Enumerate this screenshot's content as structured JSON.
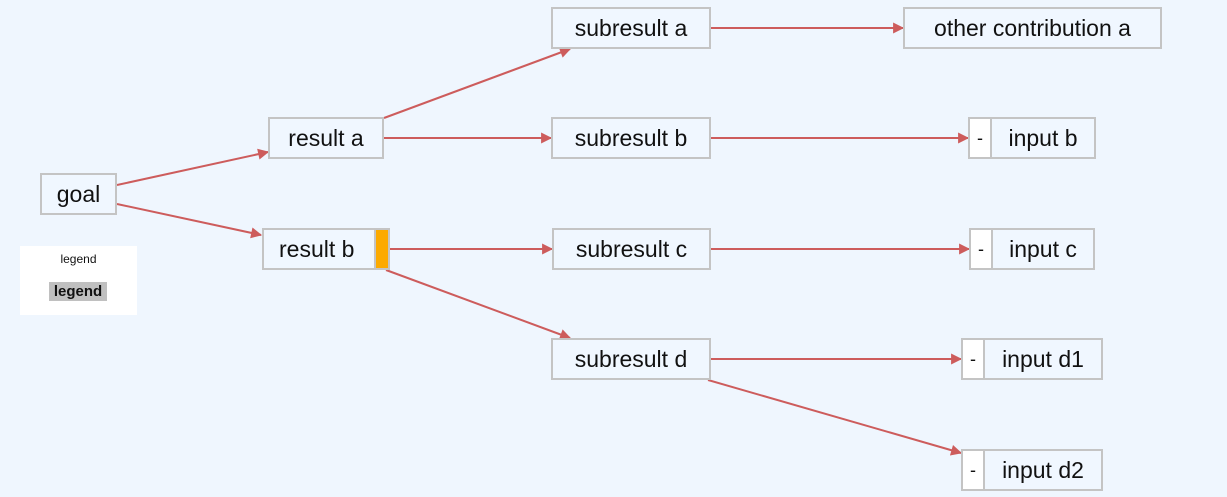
{
  "nodes": {
    "goal": "goal",
    "result_a": "result a",
    "result_b": "result b",
    "subresult_a": "subresult a",
    "subresult_b": "subresult b",
    "subresult_c": "subresult c",
    "subresult_d": "subresult d",
    "other_contribution_a": "other contribution a",
    "input_b": "input b",
    "input_c": "input c",
    "input_d1": "input d1",
    "input_d2": "input d2"
  },
  "input_prefix": "-",
  "legend": {
    "title": "legend",
    "item": "legend"
  },
  "colors": {
    "background": "#eff6fe",
    "node_border": "#c4c4c4",
    "edge": "#cd5c5c",
    "marker": "#fcaa00",
    "legend_item_bg": "#c0c0c0"
  },
  "edges": [
    {
      "from": "goal",
      "to": "result_a"
    },
    {
      "from": "goal",
      "to": "result_b"
    },
    {
      "from": "result_a",
      "to": "subresult_a"
    },
    {
      "from": "result_a",
      "to": "subresult_b"
    },
    {
      "from": "result_b",
      "to": "subresult_c"
    },
    {
      "from": "result_b",
      "to": "subresult_d"
    },
    {
      "from": "subresult_a",
      "to": "other_contribution_a"
    },
    {
      "from": "subresult_b",
      "to": "input_b"
    },
    {
      "from": "subresult_c",
      "to": "input_c"
    },
    {
      "from": "subresult_d",
      "to": "input_d1"
    },
    {
      "from": "subresult_d",
      "to": "input_d2"
    }
  ]
}
